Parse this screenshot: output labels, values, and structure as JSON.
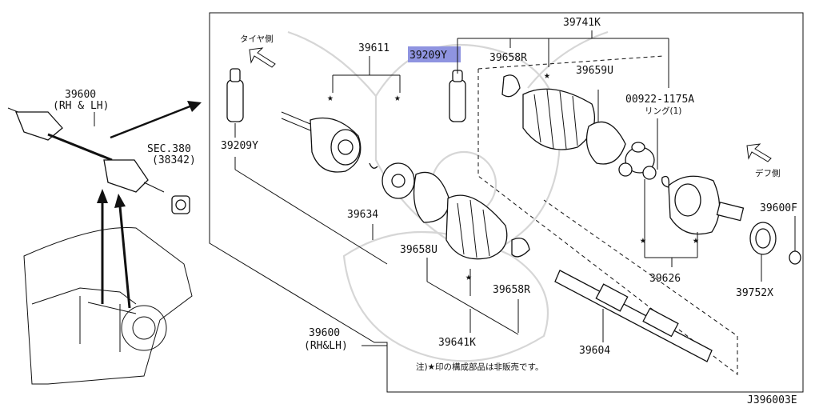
{
  "diagram_code": "J396003E",
  "direction_labels": {
    "tire_side": "タイヤ側",
    "diff_side": "デフ側"
  },
  "left_assembly": {
    "part_no": "39600",
    "sub": "(RH & LH)"
  },
  "sec_ref": {
    "line1": "SEC.380",
    "line2": "(38342)"
  },
  "callouts": {
    "p39209Y_left": "39209Y",
    "p39611": "39611",
    "p39209Y_hl": "39209Y",
    "p39741K": "39741K",
    "p39658R_top": "39658R",
    "p39659U": "39659U",
    "p00922": "00922-1175A",
    "ring_note": "リング(1)",
    "p39634": "39634",
    "p39658U": "39658U",
    "p39600F": "39600F",
    "p39626": "39626",
    "p39752X": "39752X",
    "p39658R_bot": "39658R",
    "p39641K": "39641K",
    "p39600_box": "39600",
    "p39600_box_sub": "(RH&LH)",
    "p39604": "39604"
  },
  "note": "注)★印の構成部品は非販売です。",
  "colors": {
    "highlight": "#8f94e0",
    "ink": "#111111",
    "watermark": "#d6d6d6"
  },
  "icons": {
    "star": "star-icon",
    "arrow": "direction-arrow-icon"
  }
}
